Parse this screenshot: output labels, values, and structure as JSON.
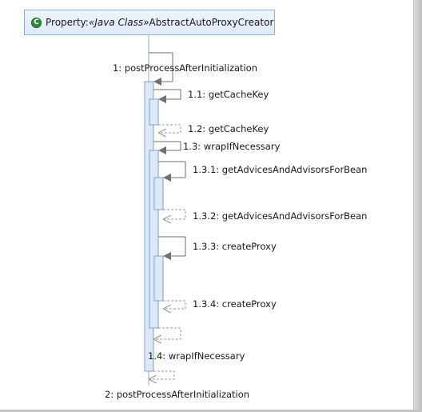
{
  "lifeline": {
    "icon_letter": "C",
    "prefix": "Property:",
    "stereotype": "«Java Class»",
    "name": "AbstractAutoProxyCreator"
  },
  "messages": [
    {
      "id": "m1",
      "text": "1: postProcessAfterInitialization",
      "kind": "call"
    },
    {
      "id": "m11",
      "text": "1.1: getCacheKey",
      "kind": "call"
    },
    {
      "id": "m12",
      "text": "1.2: getCacheKey",
      "kind": "return"
    },
    {
      "id": "m13",
      "text": "1.3: wrapIfNecessary",
      "kind": "call"
    },
    {
      "id": "m131",
      "text": "1.3.1: getAdvicesAndAdvisorsForBean",
      "kind": "call"
    },
    {
      "id": "m132",
      "text": "1.3.2: getAdvicesAndAdvisorsForBean",
      "kind": "return"
    },
    {
      "id": "m133",
      "text": "1.3.3: createProxy",
      "kind": "call"
    },
    {
      "id": "m134",
      "text": "1.3.4: createProxy",
      "kind": "return"
    },
    {
      "id": "m14",
      "text": "1.4: wrapIfNecessary",
      "kind": "return"
    },
    {
      "id": "m2",
      "text": "2: postProcessAfterInitialization",
      "kind": "return"
    }
  ],
  "colors": {
    "lifeline_line": "#8fa8c8",
    "activation_fill": "#dce9f8",
    "activation_border": "#7f9ec6",
    "call_line": "#6f6f6f",
    "return_line": "#9a9a9a",
    "arrowhead": "#707070"
  }
}
